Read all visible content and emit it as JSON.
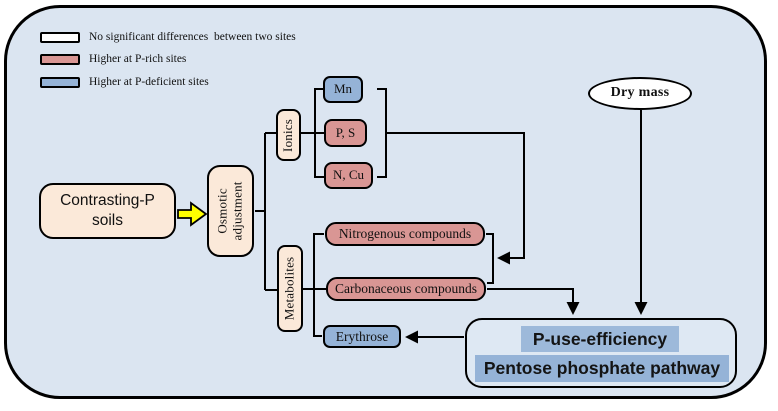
{
  "colors": {
    "canvas_background": "#dbe5f1",
    "outside_background": "#ffffff",
    "no_difference_swatch": "#ffffff",
    "p_rich_swatch": "#d99694",
    "p_deficient_swatch": "#95b3d7",
    "neutral_node": "#fbe9d9",
    "arrow_fill": "#ffff00",
    "line": "#000000"
  },
  "legend": {
    "items": [
      {
        "label": "No significant differences  between two sites",
        "swatch": "white"
      },
      {
        "label": "Higher at P-rich sites",
        "swatch": "pink"
      },
      {
        "label": "Higher at P-deficient sites",
        "swatch": "blue"
      }
    ]
  },
  "nodes": {
    "contrasting_soils": "Contrasting-P\nsoils",
    "osmotic_adjustment": "Osmotic\nadjustment",
    "ionics": "Ionics",
    "metabolites": "Metabolites",
    "mn": "Mn",
    "p_s": "P, S",
    "n_cu": "N, Cu",
    "nitrogenous": "Nitrogenous compounds",
    "carbonaceous": "Carbonaceous compounds",
    "erythrose": "Erythrose",
    "dry_mass": "Dry mass",
    "p_use_efficiency": "P-use-efficiency",
    "pentose_pathway": "Pentose phosphate pathway"
  }
}
